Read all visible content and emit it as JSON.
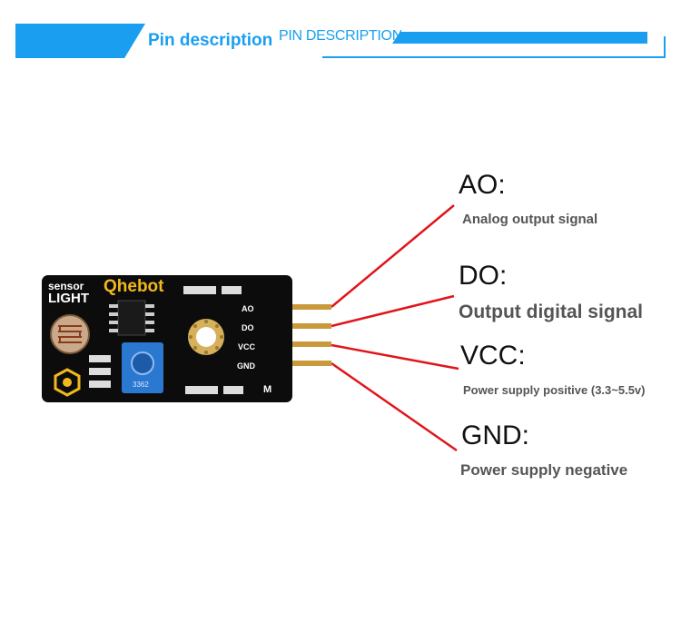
{
  "header": {
    "title": "Pin description",
    "subtitle": "PIN DESCRIPTION"
  },
  "pins": [
    {
      "name": "AO:",
      "desc": "Analog output signal"
    },
    {
      "name": "DO:",
      "desc": "Output digital signal"
    },
    {
      "name": "VCC:",
      "desc": "Power supply positive (3.3~5.5v)"
    },
    {
      "name": "GND:",
      "desc": "Power supply negative"
    }
  ],
  "board": {
    "sensor_label": "sensor",
    "light_label": "LIGHT",
    "brand": "Qhebot",
    "pin_labels": [
      "AO",
      "DO",
      "VCC",
      "GND"
    ],
    "pot_marking": "3362",
    "side_mark": "M"
  },
  "colors": {
    "accent": "#1a9ff0",
    "wire": "#e0151b",
    "board": "#0c0c0c",
    "header_pin": "#c99a3c",
    "potentiometer": "#2a78d0"
  }
}
